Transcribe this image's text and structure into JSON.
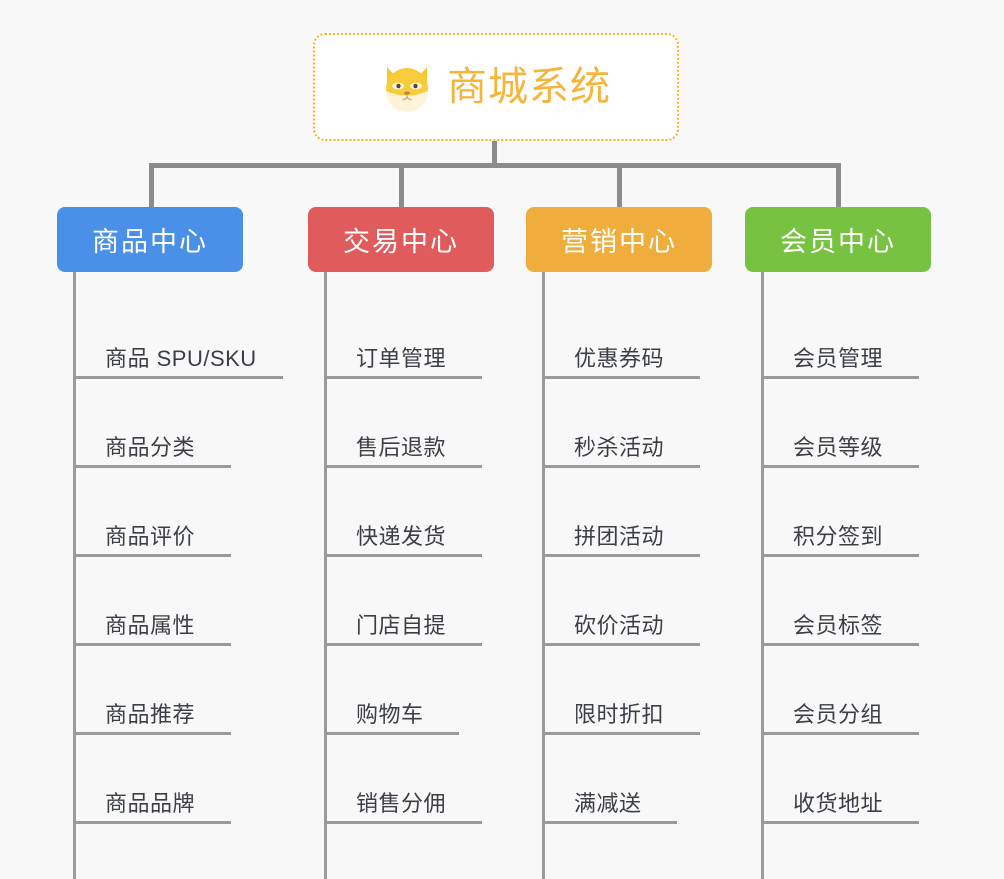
{
  "page": {
    "background_color": "#f8f8f8",
    "type": "mindmap"
  },
  "root": {
    "label": "商城系统",
    "icon": "shiba-dog-face-icon",
    "text_color": "#f5b53d",
    "border_color": "#f0b429",
    "fill_color": "#ffffff"
  },
  "connector": {
    "color": "#8c8c8c"
  },
  "branches": [
    {
      "label": "商品中心",
      "color": "#4a90e8",
      "items": [
        {
          "label": "商品 SPU/SKU",
          "underline_width": 210
        },
        {
          "label": "商品分类",
          "underline_width": 158
        },
        {
          "label": "商品评价",
          "underline_width": 158
        },
        {
          "label": "商品属性",
          "underline_width": 158
        },
        {
          "label": "商品推荐",
          "underline_width": 158
        },
        {
          "label": "商品品牌",
          "underline_width": 158
        }
      ]
    },
    {
      "label": "交易中心",
      "color": "#e05c5c",
      "items": [
        {
          "label": "订单管理",
          "underline_width": 158
        },
        {
          "label": "售后退款",
          "underline_width": 158
        },
        {
          "label": "快递发货",
          "underline_width": 158
        },
        {
          "label": "门店自提",
          "underline_width": 158
        },
        {
          "label": "购物车",
          "underline_width": 135
        },
        {
          "label": "销售分佣",
          "underline_width": 158
        }
      ]
    },
    {
      "label": "营销中心",
      "color": "#eead3c",
      "items": [
        {
          "label": "优惠券码",
          "underline_width": 158
        },
        {
          "label": "秒杀活动",
          "underline_width": 158
        },
        {
          "label": "拼团活动",
          "underline_width": 158
        },
        {
          "label": "砍价活动",
          "underline_width": 158
        },
        {
          "label": "限时折扣",
          "underline_width": 158
        },
        {
          "label": "满减送",
          "underline_width": 135
        }
      ]
    },
    {
      "label": "会员中心",
      "color": "#78c242",
      "items": [
        {
          "label": "会员管理",
          "underline_width": 158
        },
        {
          "label": "会员等级",
          "underline_width": 158
        },
        {
          "label": "积分签到",
          "underline_width": 158
        },
        {
          "label": "会员标签",
          "underline_width": 158
        },
        {
          "label": "会员分组",
          "underline_width": 158
        },
        {
          "label": "收货地址",
          "underline_width": 158
        }
      ]
    }
  ]
}
